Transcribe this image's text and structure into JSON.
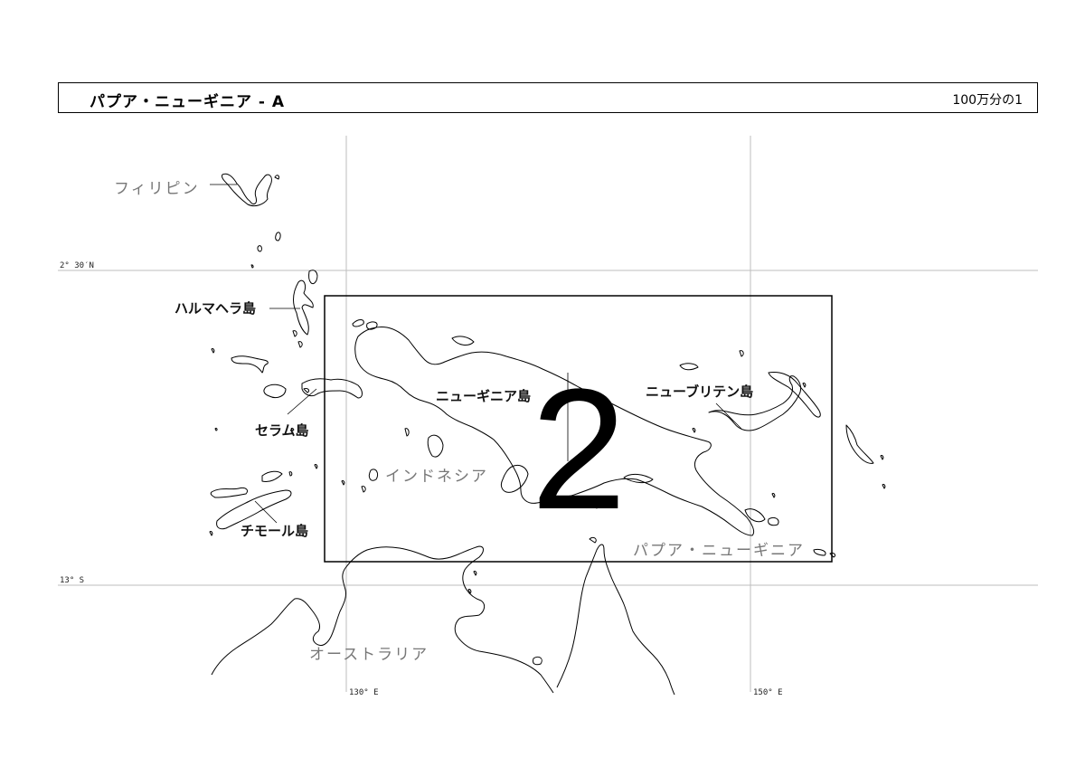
{
  "header": {
    "title": "パプア・ニューギニア - A",
    "scale": "100万分の1"
  },
  "grid": {
    "lat_top": "2° 30′N",
    "lat_bottom": "13° S",
    "lon_left": "130° E",
    "lon_right": "150° E"
  },
  "sheet_number": "2",
  "labels": {
    "philippines": "フィリピン",
    "halmahera": "ハルマヘラ島",
    "seram": "セラム島",
    "timor": "チモール島",
    "indonesia": "インドネシア",
    "new_guinea": "ニューギニア島",
    "new_britain": "ニューブリテン島",
    "png": "パプア・ニューギニア",
    "australia": "オーストラリア"
  },
  "colors": {
    "line": "#000000",
    "grid": "#bdbdbd",
    "country_label": "#777777"
  }
}
